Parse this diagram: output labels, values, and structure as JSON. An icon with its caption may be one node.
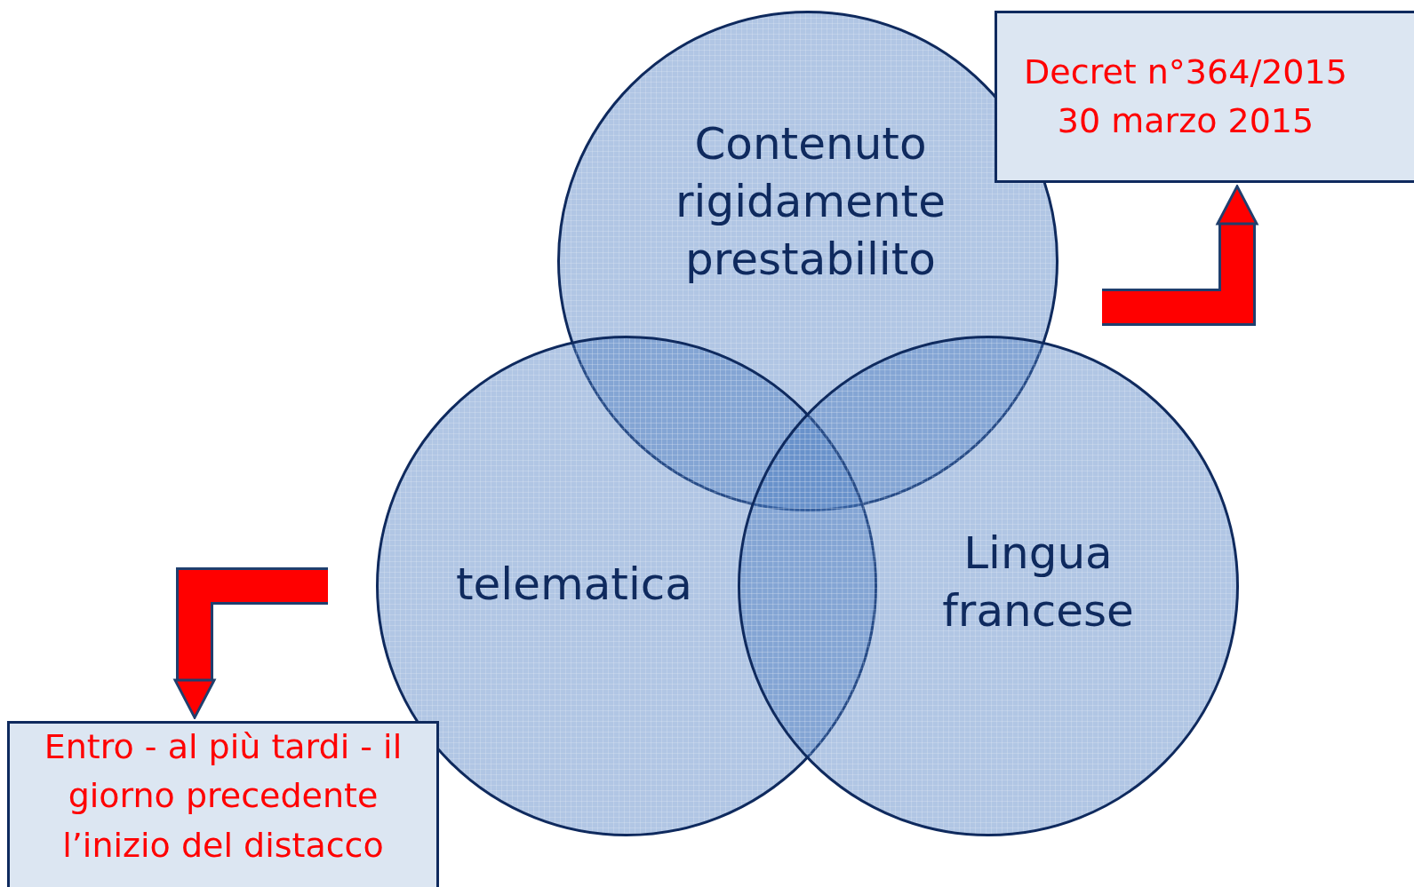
{
  "diagram": {
    "nodes": [
      {
        "text": [
          "Contenuto rigidamente prestabilito"
        ]
      },
      {
        "text": [
          "telematica"
        ]
      },
      {
        "text": [
          "Lingua francese"
        ]
      },
      {
        "text": [
          "Decret n°364/2015 30 marzo 2015"
        ]
      },
      {
        "text": [
          "Entro - al più tardi - il giorno precedente l’inizio del distacco"
        ]
      }
    ],
    "edges": [
      {
        "from": null,
        "to": 3,
        "arrow": "to",
        "color": "#ff0000"
      },
      {
        "from": null,
        "to": 4,
        "arrow": "to",
        "color": "#ff0000"
      }
    ]
  }
}
